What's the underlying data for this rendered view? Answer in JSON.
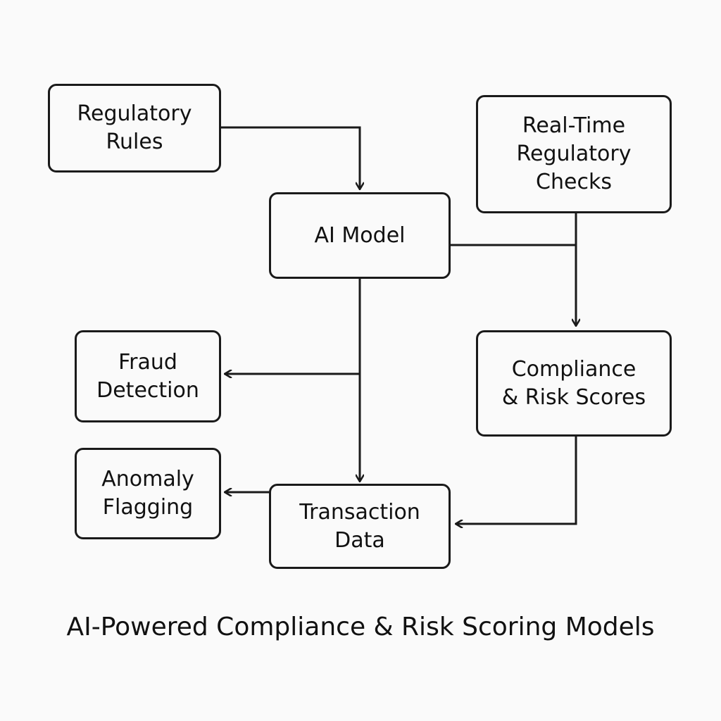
{
  "nodes": {
    "regulatory_rules": "Regulatory\nRules",
    "realtime_checks": "Real-Time\nRegulatory\nChecks",
    "ai_model": "AI Model",
    "fraud_detection": "Fraud\nDetection",
    "compliance_scores": "Compliance\n& Risk Scores",
    "anomaly_flagging": "Anomaly\nFlagging",
    "transaction_data": "Transaction\nData"
  },
  "title": "AI-Powered Compliance & Risk Scoring Models"
}
